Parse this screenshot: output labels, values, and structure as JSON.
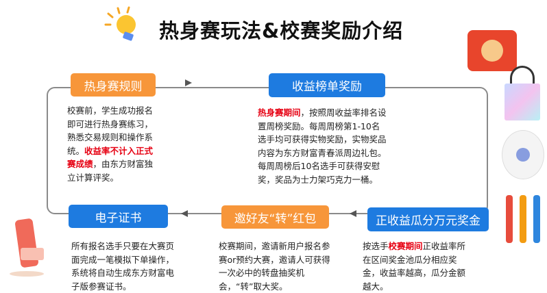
{
  "title": "热身赛玩法&校赛奖励介绍",
  "steps": {
    "warmup_rules": {
      "label": "热身赛规则",
      "text_a": "校赛前，学生成功报名即可进行热身赛练习，熟悉交易规则和操作系统。",
      "text_red": "收益率不计入正式赛成绩",
      "text_b": "，由东方财富独立计算评奖。"
    },
    "leaderboard": {
      "label": "收益榜单奖励",
      "text_red": "热身赛期间",
      "text_b": "，按照周收益率排名设置周榜奖励。每周周榜第1-10名选手均可获得实物奖励，实物奖品内容为东方财富青春派周边礼包。每周周榜后10名选手可获得安慰奖，奖品为士力架巧克力一桶。"
    },
    "prize_pool": {
      "label": "正收益瓜分万元奖金",
      "text_a": "按选手",
      "text_red": "校赛期间",
      "text_b": "正收益率所在区间奖金池瓜分相应奖金，收益率越高，瓜分金额越大。"
    },
    "invite": {
      "label": "邀好友“转”红包",
      "text": "校赛期间，邀请新用户报名参赛or预约大赛，邀请人可获得一次必中的转盘抽奖机会，“转”取大奖。"
    },
    "certificate": {
      "label": "电子证书",
      "text": "所有报名选手只要在大赛页面完成一笔模拟下单操作，系统将自动生成东方财富电子版参赛证书。"
    }
  },
  "colors": {
    "orange": "#f7963a",
    "blue": "#1e7be0",
    "red": "#e60012"
  }
}
